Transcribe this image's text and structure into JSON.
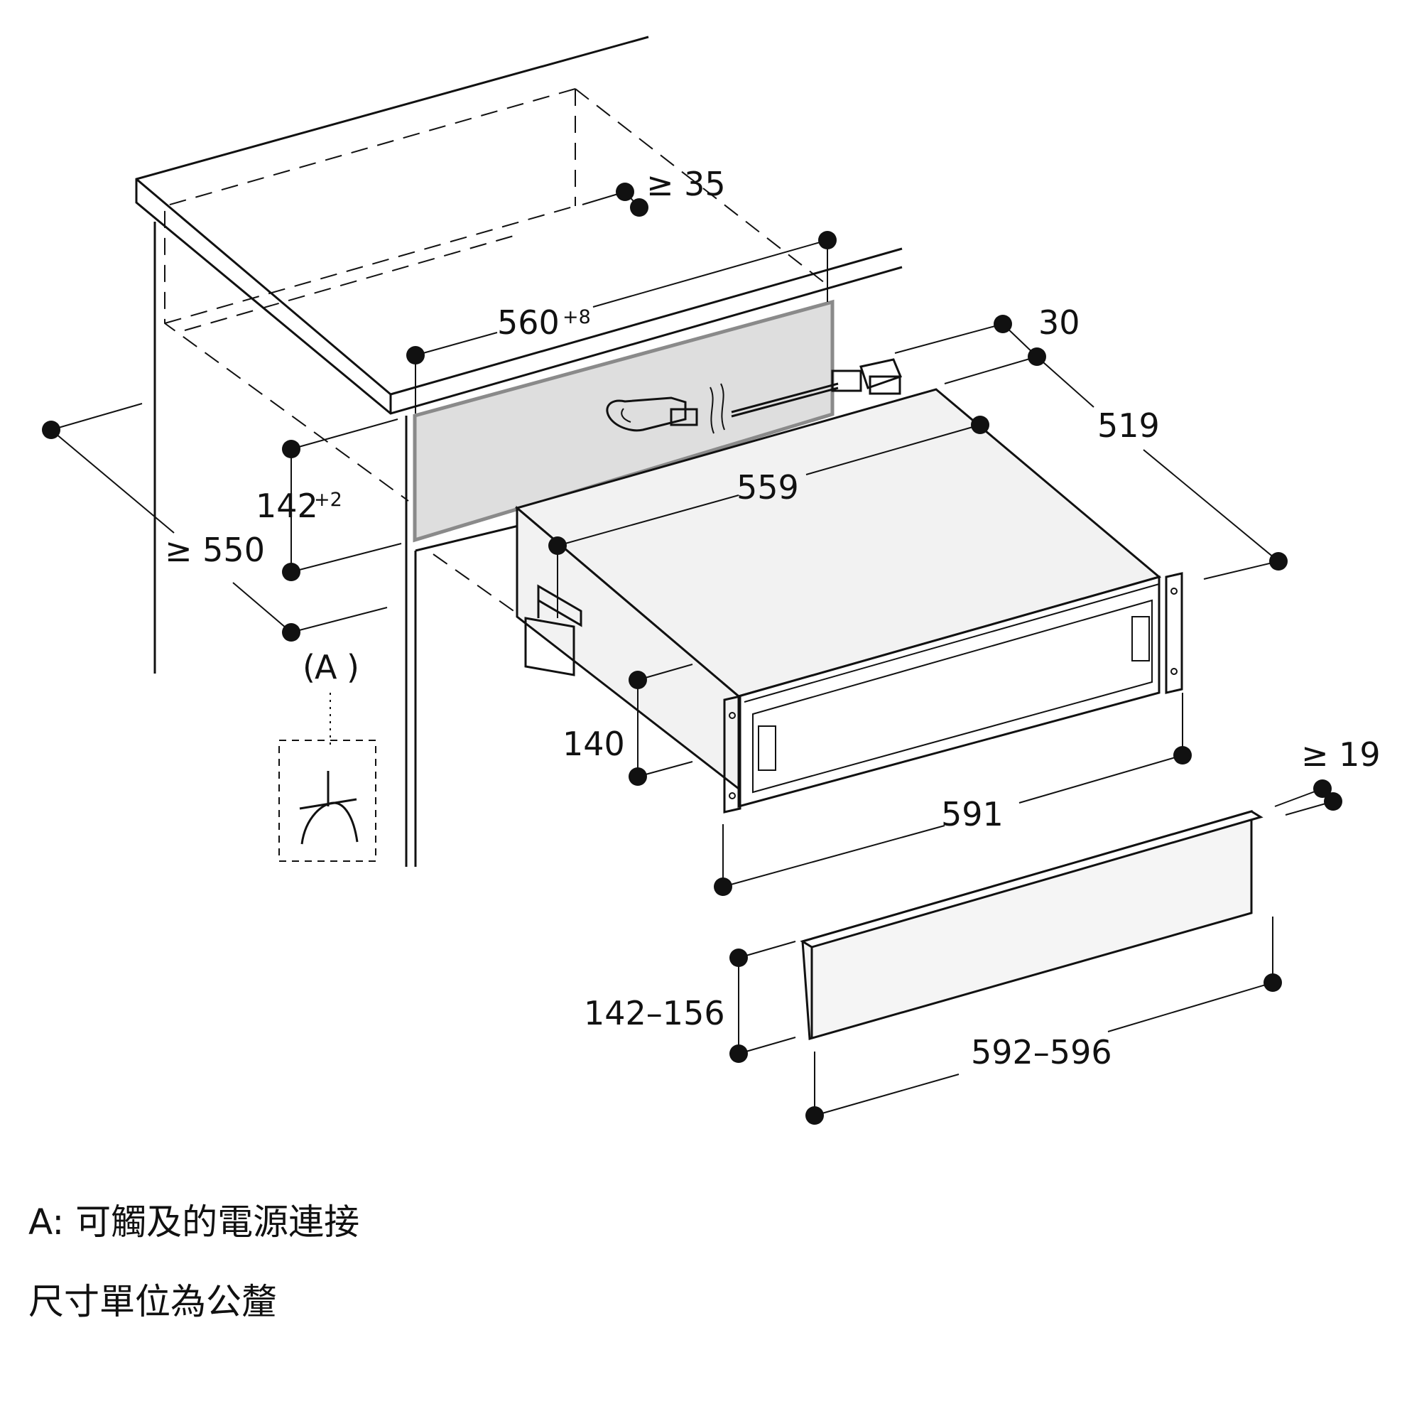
{
  "dimensions": {
    "cabinet_depth": "≥ 550",
    "top_clearance": "≥ 35",
    "niche_width": "560",
    "niche_width_tol": "+8",
    "niche_height": "142",
    "niche_height_tol": "+2",
    "rear_gap": "30",
    "appliance_depth": "519",
    "appliance_width": "559",
    "appliance_height": "140",
    "front_width": "591",
    "panel_thickness": "≥ 19",
    "panel_height": "142–156",
    "panel_width": "592–596"
  },
  "marker_a": "A",
  "notes": {
    "note_a": "A: 可觸及的電源連接",
    "units": "尺寸單位為公釐"
  },
  "colors": {
    "line": "#111111",
    "niche_fill": "#dedede",
    "appliance_fill": "#f2f2f2",
    "panel_fill": "#f5f5f5"
  }
}
